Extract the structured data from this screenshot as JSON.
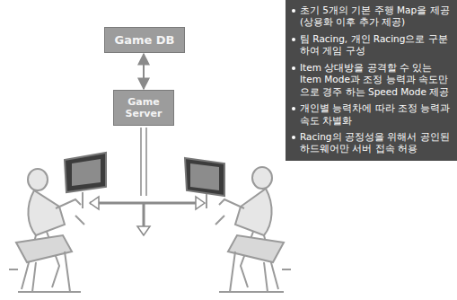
{
  "diagram": {
    "nodes": [
      {
        "text": [
          "Game DB"
        ]
      },
      {
        "text": [
          "Game Server"
        ]
      },
      {
        "text": [
          "초기 5개의 기본 주행 Map을 제공 (상용화 이후 추가 제공)",
          "팀 Racing, 개인 Racing으로 구분하여 게임 구성",
          "Item 상대방을 공격할 수 있는 Item Mode과 조정 능력과 속도만으로 경주 하는 Speed Mode 제공",
          "개인별 능력차에 따라 조정 능력과 속도 차별화",
          "Racing의 공정성을 위해서 공인된 하드웨어만 서버 접속 허용"
        ]
      }
    ],
    "edges": [
      {
        "from": 0,
        "to": 1,
        "arrow": "both"
      }
    ]
  }
}
